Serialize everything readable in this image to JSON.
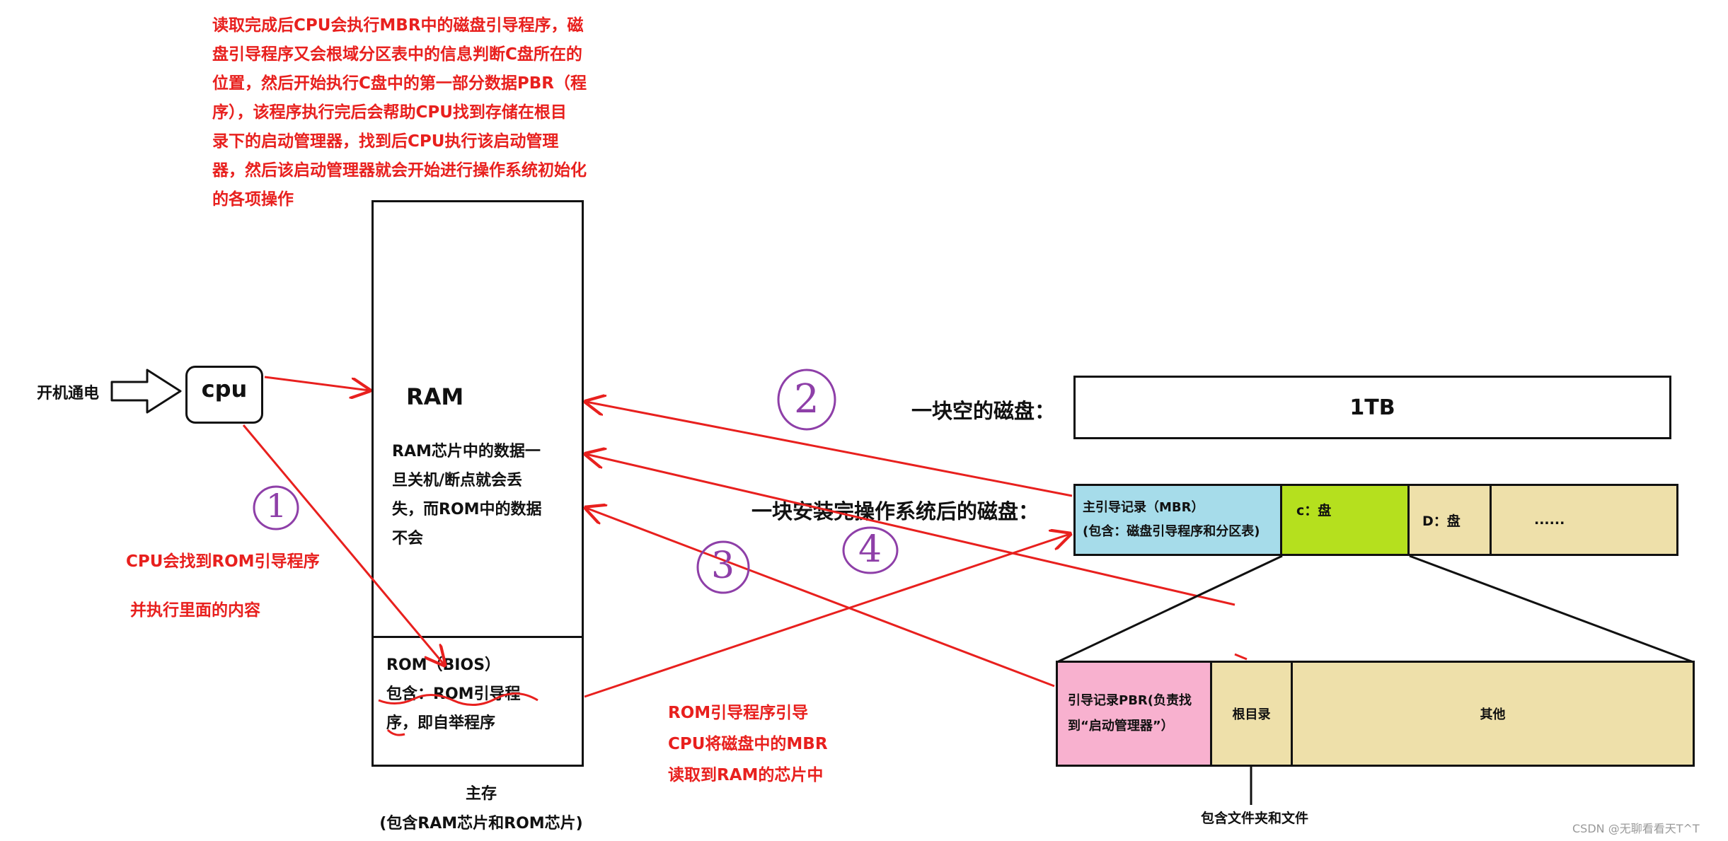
{
  "top_note": [
    "读取完成后CPU会执行MBR中的磁盘引导程序，磁",
    "盘引导程序又会根域分区表中的信息判断C盘所在的",
    "位置，然后开始执行C盘中的第一部分数据PBR（程",
    "序），该程序执行完后会帮助CPU找到存储在根目",
    "录下的启动管理器，找到后CPU执行该启动管理",
    "器，然后该启动管理器就会开始进行操作系统初始化",
    "的各项操作"
  ],
  "power_label": "开机通电",
  "cpu_label": "cpu",
  "ram": {
    "title": "RAM",
    "desc": [
      "RAM芯片中的数据一",
      "旦关机/断点就会丢",
      "失，而ROM中的数据",
      "不会"
    ]
  },
  "rom": {
    "lines": [
      "ROM（BIOS）",
      "包含：ROM引导程",
      "序，即自举程序"
    ]
  },
  "main_memory_caption": [
    "主存",
    "(包含RAM芯片和ROM芯片)"
  ],
  "cpu_note": [
    "CPU会找到ROM引导程序",
    "并执行里面的内容"
  ],
  "rom_note": [
    "ROM引导程序引导",
    "CPU将磁盘中的MBR",
    "读取到RAM的芯片中"
  ],
  "empty_disk": {
    "label": "一块空的磁盘：",
    "capacity": "1TB"
  },
  "installed_disk": {
    "label": "一块安装完操作系统后的磁盘：",
    "mbr": [
      "主引导记录（MBR）",
      "(包含：磁盘引导程序和分区表)"
    ],
    "c": "c：盘",
    "d": "D：盘",
    "more": "......"
  },
  "partition": {
    "pbr": [
      "引导记录PBR(负责找",
      "到“启动管理器”）"
    ],
    "root": "根目录",
    "other": "其他",
    "root_note": "包含文件夹和文件"
  },
  "steps": [
    "1",
    "2",
    "3",
    "4"
  ],
  "watermark": "CSDN @无聊看看天T^T",
  "colors": {
    "red": "#e8201e",
    "purple": "#8e3fa8",
    "mbr_blue": "#a6dcea",
    "c_green": "#b5e01e",
    "beige": "#eee0aa",
    "pbr_pink": "#f8b1cf"
  }
}
